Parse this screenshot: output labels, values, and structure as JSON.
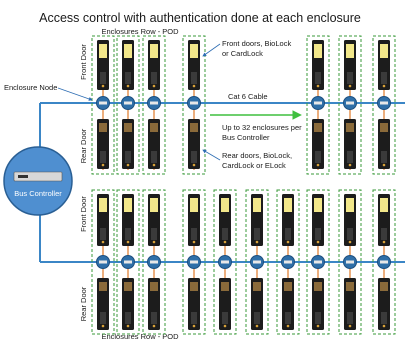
{
  "title": "Access control with authentication done at each enclosure",
  "labels": {
    "pod_top": "Enclosures Row - POD",
    "pod_bottom": "Enclosures Row - POD",
    "front_door": "Front Door",
    "rear_door": "Rear Door",
    "enclosure_node": "Enclosure Node",
    "bus_controller": "Bus Controller",
    "cable": "Cat 6 Cable",
    "front_doors_note": [
      "Front doors, BioLock",
      "or CardLock"
    ],
    "rear_doors_note": [
      "Rear doors, BioLock,",
      "CardLock or ELock"
    ],
    "capacity_note": [
      "Up to 32 enclosures per",
      "Bus Controller"
    ]
  },
  "colors": {
    "bus": "#3b86c6",
    "cable_arrow": "#3fbf3f",
    "dashed_border": "#3a9a3a",
    "lock_body": "#1c1c1c",
    "lock_panel": "#f2e78a",
    "node_fill": "#2f6fa8",
    "controller_fill": "#4f8fd0",
    "leader_lines": "#2d6db3",
    "text": "#1a1a1a"
  }
}
